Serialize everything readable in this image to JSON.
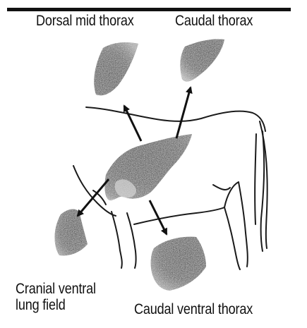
{
  "labels": {
    "dorsal_mid_thorax": "Dorsal mid thorax",
    "caudal_thorax": "Caudal thorax",
    "cranial_ventral_lung_field": "Cranial ventral\nlung field",
    "caudal_ventral_thorax": "Caudal ventral thorax"
  },
  "colors": {
    "ink": "#111111",
    "background": "#ffffff"
  }
}
